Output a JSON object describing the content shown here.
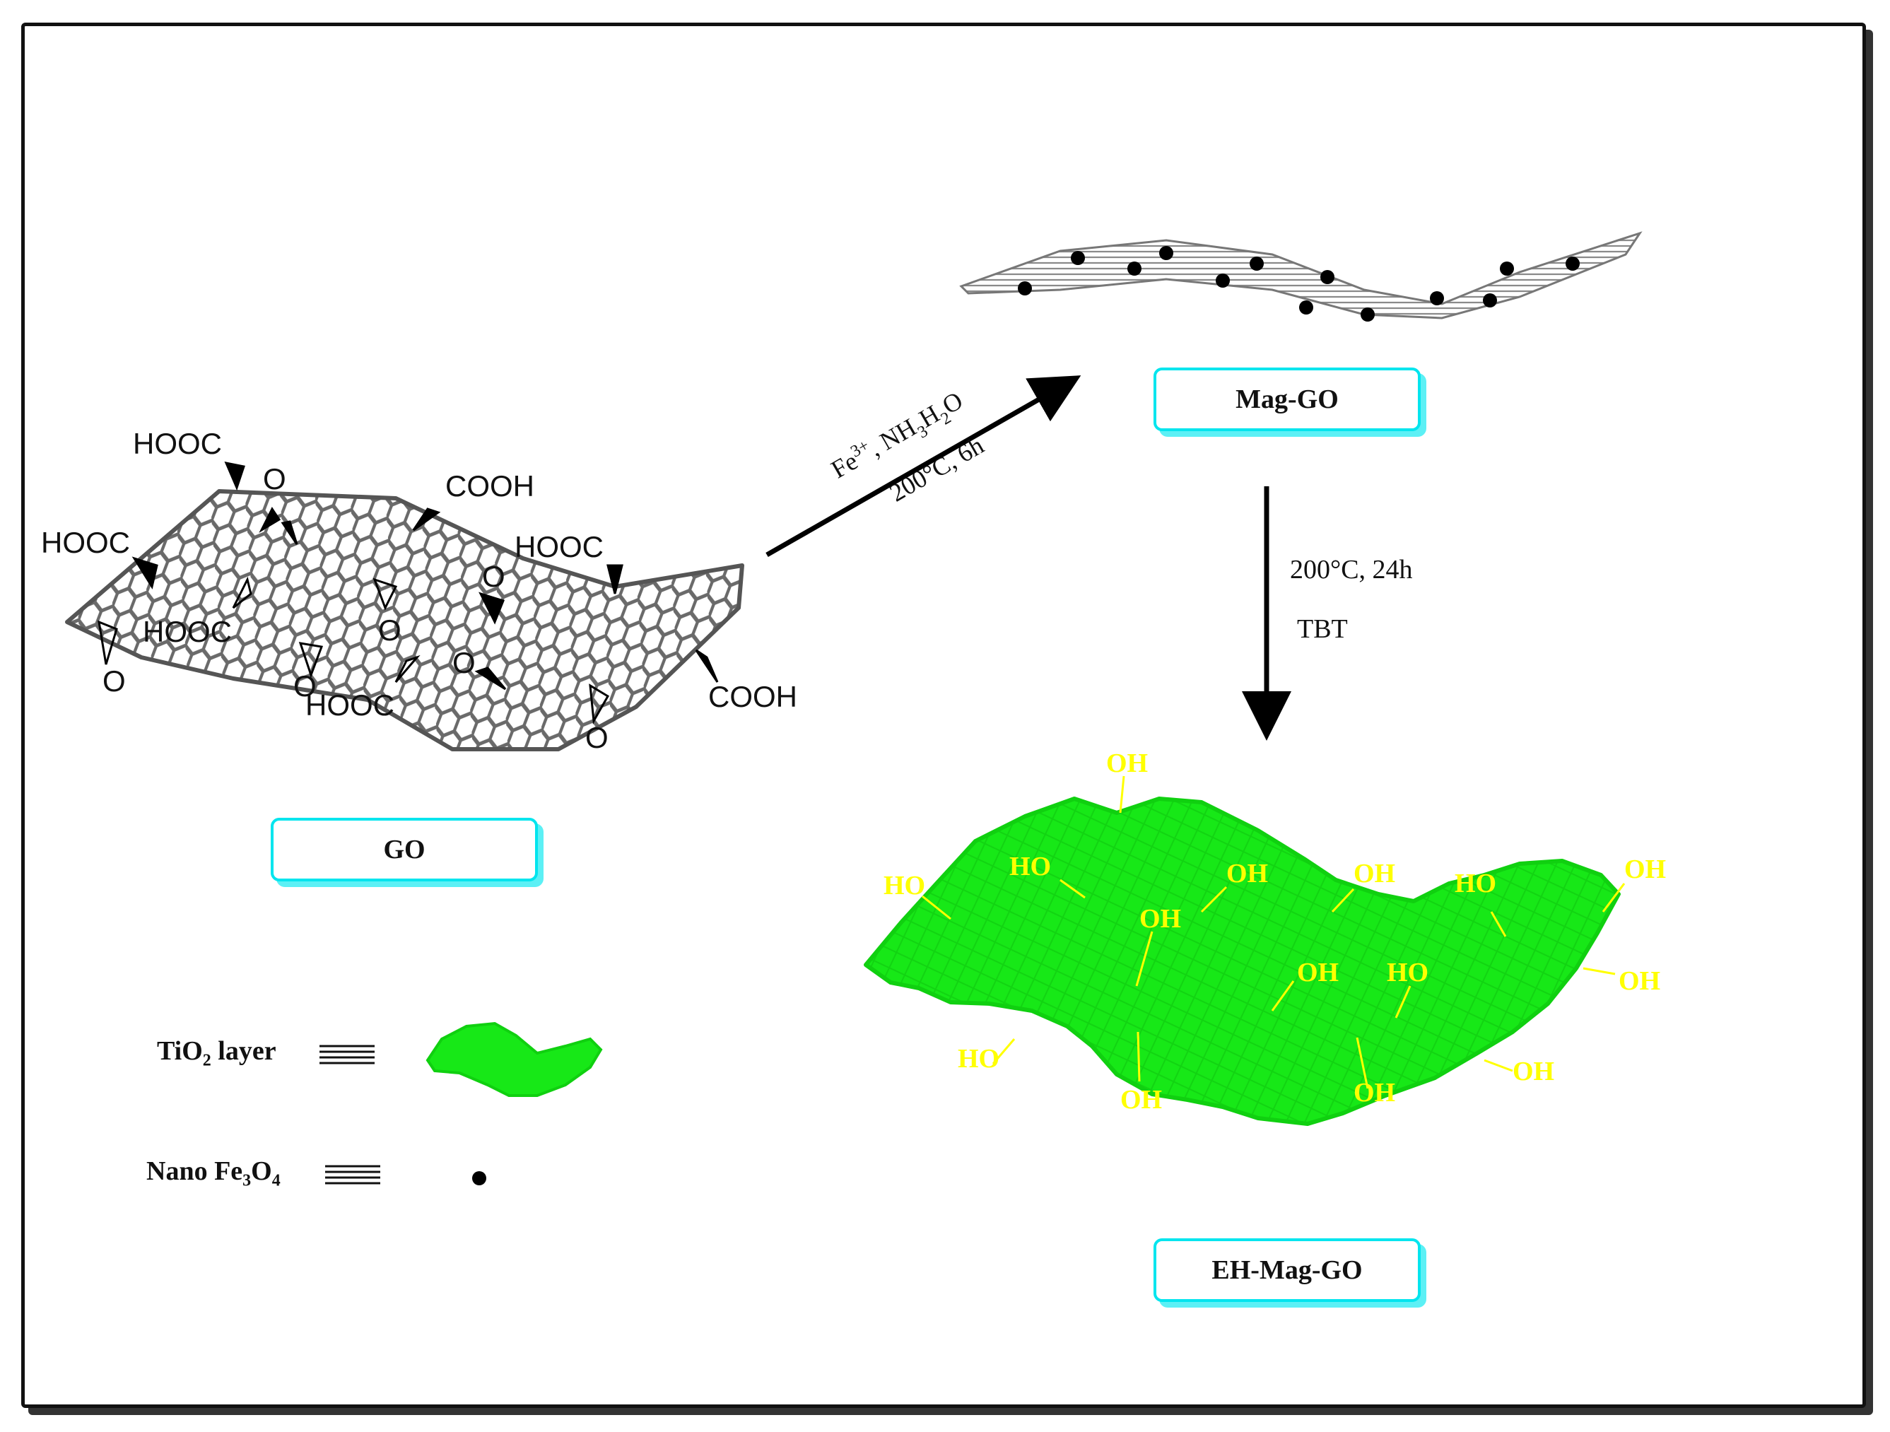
{
  "labels": {
    "go": "GO",
    "mag_go": "Mag-GO",
    "eh_mag_go": "EH-Mag-GO"
  },
  "go_groups": {
    "hooc": "HOOC",
    "cooh": "COOH",
    "epoxy_o": "O"
  },
  "reaction_1": {
    "reagent_fe": "Fe",
    "reagent_fe_sup": "3+",
    "reagent_rest": ", NH",
    "reagent_sub3": "3",
    "reagent_h": "H",
    "reagent_sub2": "2",
    "reagent_o": "O",
    "conditions": "200°C, 6h"
  },
  "reaction_2": {
    "conditions": "200°C, 24h",
    "reagent": "TBT"
  },
  "eh_groups": {
    "oh": "OH",
    "ho": "HO"
  },
  "legend": {
    "tio2_prefix": "TiO",
    "tio2_sub": "2",
    "tio2_suffix": " layer",
    "fe3o4_prefix": "Nano Fe",
    "fe3o4_sub1": "3",
    "fe3o4_mid": "O",
    "fe3o4_sub2": "4"
  },
  "colors": {
    "tio2_green": "#17e817",
    "oh_yellow": "#ffff00",
    "box_cyan": "#00e5ee"
  }
}
